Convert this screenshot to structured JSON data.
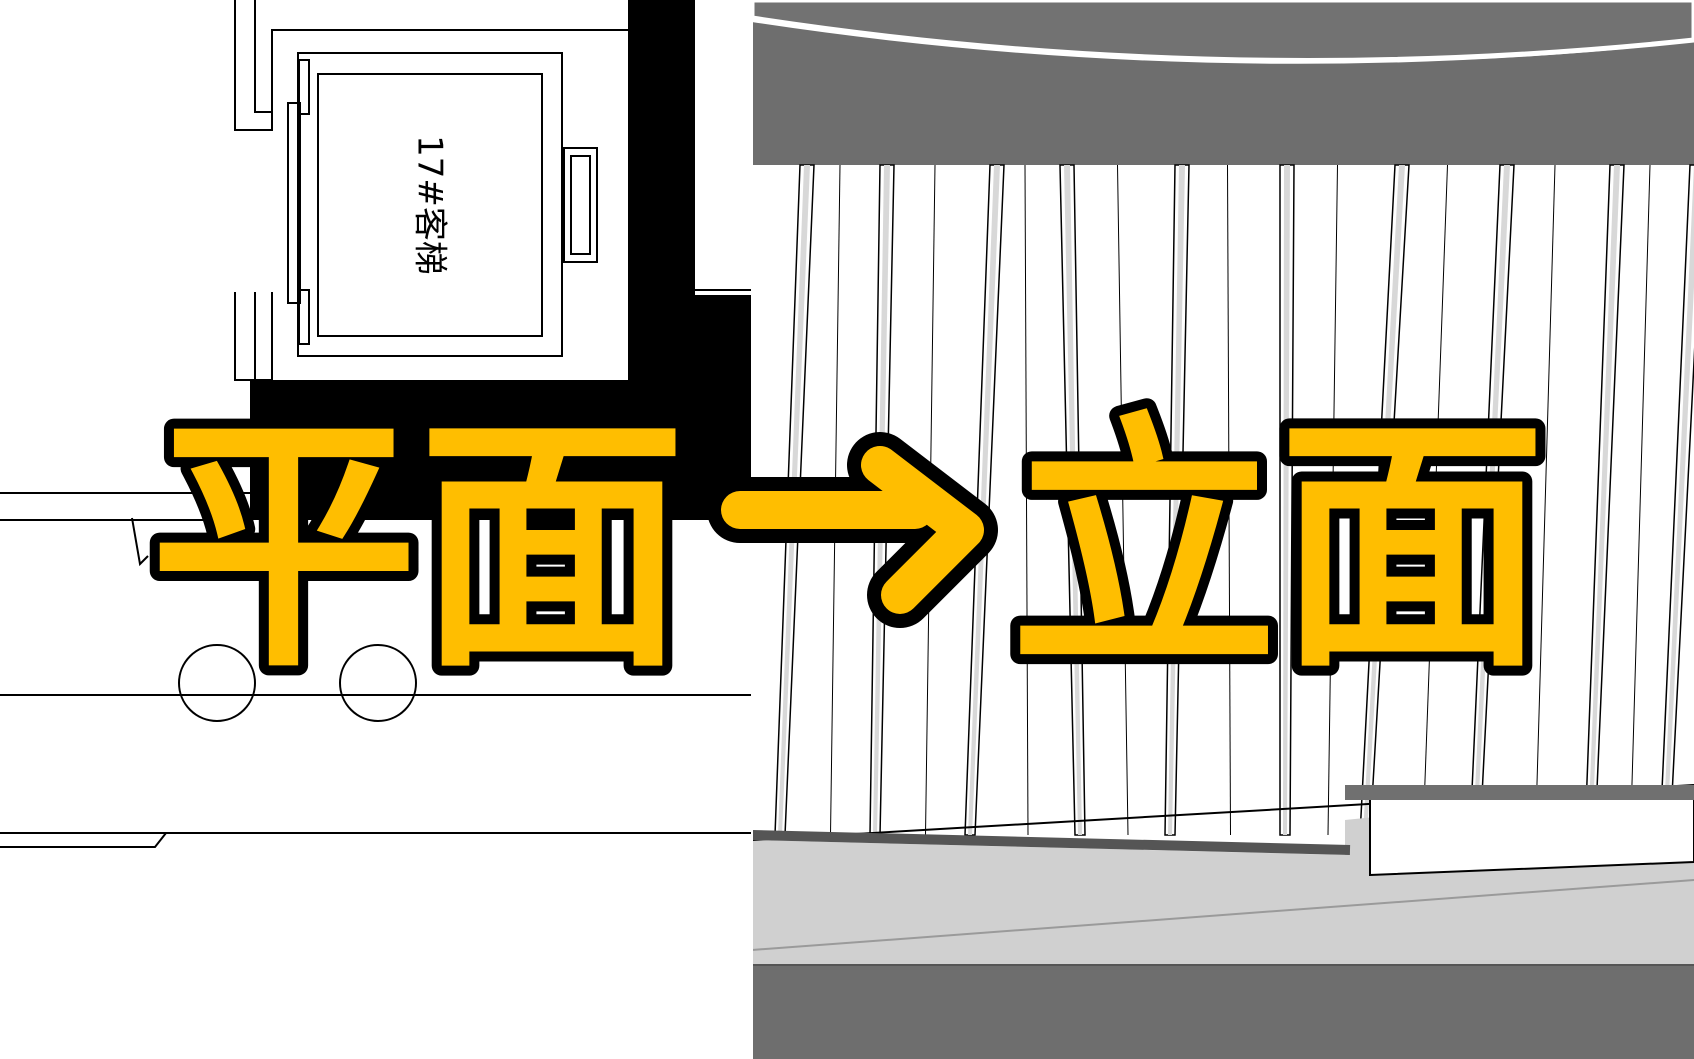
{
  "plan": {
    "elevator_label": "17#客梯"
  },
  "title": {
    "left_word": "平面",
    "right_word": "立面"
  },
  "colors": {
    "title_fill": "#FFBE00",
    "title_outline": "#000000",
    "wall_poche": "#000000",
    "elevation_band": "#6E6E6E",
    "elevation_light": "#D0D0D0"
  },
  "icons": {
    "arrow": "right-arrow-icon"
  }
}
